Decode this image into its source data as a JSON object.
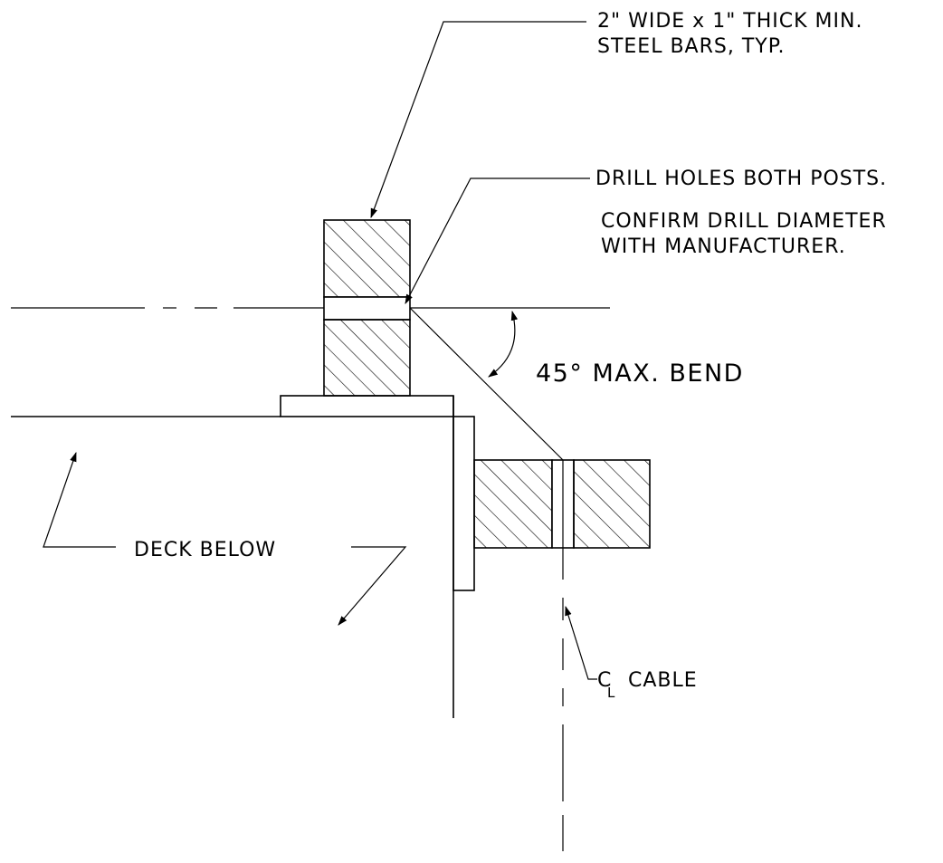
{
  "notes": {
    "bars_line1": "2\" WIDE x 1\" THICK MIN.",
    "bars_line2": "STEEL BARS, TYP.",
    "drill_line1": "DRILL HOLES BOTH POSTS.",
    "drill_line2": "CONFIRM DRILL DIAMETER",
    "drill_line3": "WITH MANUFACTURER.",
    "bend": "45° MAX. BEND",
    "deck": "DECK BELOW",
    "cable_symbol": "C",
    "cable_symbol_sub": "L",
    "cable": "CABLE"
  },
  "colors": {
    "ink": "#000000",
    "paper": "#ffffff"
  }
}
